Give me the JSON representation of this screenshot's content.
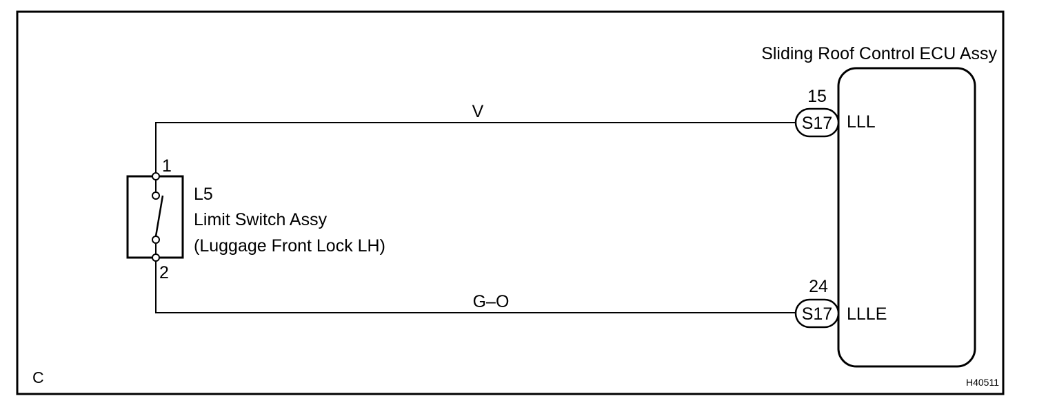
{
  "frame": {
    "corner_label": "C",
    "figure_code": "H40511"
  },
  "ecu": {
    "name": "Sliding Roof Control ECU Assy",
    "pins": [
      {
        "pin_no": "15",
        "connector": "S17",
        "terminal": "LLL"
      },
      {
        "pin_no": "24",
        "connector": "S17",
        "terminal": "LLLE"
      }
    ]
  },
  "switch": {
    "code": "L5",
    "name": "Limit Switch Assy",
    "description": "(Luggage Front Lock LH)",
    "terminals": [
      "1",
      "2"
    ]
  },
  "wires": [
    {
      "color": "V",
      "from": "1",
      "to": "15"
    },
    {
      "color": "G–O",
      "from": "2",
      "to": "24"
    }
  ]
}
